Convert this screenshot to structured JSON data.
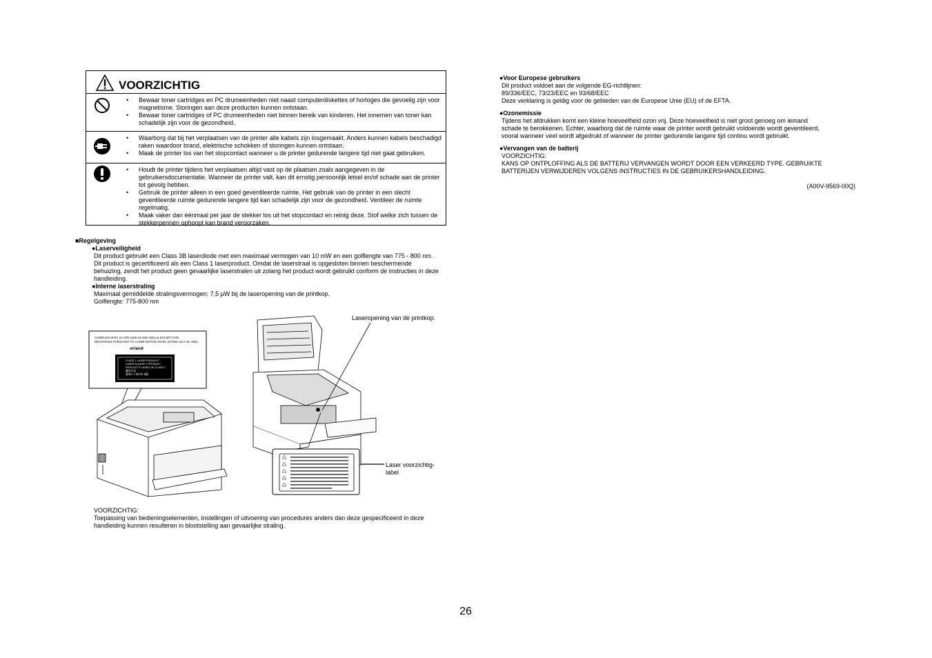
{
  "caution": {
    "title": "VOORZICHTIG",
    "rows": [
      {
        "icon": "prohibition-icon",
        "items": [
          "Bewaar toner cartridges en PC drumeenheden niet naast computerdiskettes of horloges die gevoelig zijn voor magnetisme. Storingen aan deze producten kunnen ontstaan.",
          "Bewaar toner cartridges of PC drumeenheden niet binnen bereik van kinderen. Het innemen van toner kan schadelijk zijn voor de gezondheid."
        ]
      },
      {
        "icon": "unplug-icon",
        "items": [
          "Waarborg dat bij het verplaatsen van de printer alle kabels zijn losgemaakt. Anders kunnen kabels beschadigd raken waardoor brand, elektrische schokken of storingen kunnen ontstaan.",
          "Maak de printer los van het stopcontact wanneer u de printer gedurende langere tijd niet gaat gebruiken."
        ]
      },
      {
        "icon": "mandatory-icon",
        "items": [
          "Houdt de printer tijdens het verplaatsen altijd vast op de plaatsen zoals aangegeven in de gebruikersdocumentatie. Wanneer de printer valt, kan dit ernstig persoonlijk letsel en/of schade aan de printer tot gevolg hebben.",
          "Gebruik de printer alleen in een goed geventileerde ruimte. Het gebruik van de printer in een slecht geventileerde ruimte gedurende langere tijd kan schadelijk zijn voor de gezondheid. Ventileer de ruimte regelmatig.",
          "Maak vaker dan éénmaal per jaar de stekker los uit het stopcontact en reinig deze. Stof welke zich tussen de stekkerpennen ophoopt kan brand veroorzaken."
        ]
      }
    ]
  },
  "regelgeving": {
    "heading": "■Regelgeving",
    "laser_heading": "●Laserveiligheid",
    "laser_lines": [
      "Dit product gebruikt een Class 3B laserdiode met een maximaal vermogen van 10 mW en een golflengte van 775 - 800 nm.",
      "Dit product is gecertificeerd als een Class 1 laserproduct. Omdat de laserstraal is opgesloten binnen beschermende",
      "behuizing, zendt het product geen gevaarlijke laserstralen uit zolang het product wordt gebruikt conform de instructies in deze",
      "handleiding."
    ],
    "internal_heading": "●Interne laserstraling",
    "internal_lines": [
      "Maximaal gemiddelde stralingsvermogen: 7,5 μW bij de laseropening van de printkop.",
      "Golflengte: 775-800 nm"
    ]
  },
  "figure": {
    "label_text_line1": "COMPLIES WITH 21 CFR 1040.10 AND 1040.11 EXCEPT FOR",
    "label_text_line2": "DEVIATIONS PURSUANT TO LASER NOTICE NO.50, DATED JULY 26, 2001.",
    "or_and": "or/and",
    "class1_lines": [
      "CLASS 1 LASER PRODUCT",
      "LASER KLASSE 1 PRODUKT",
      "PRODUCTO LASER DE CLASE 1",
      "激光产品",
      "클래스 1 레이저 제품"
    ],
    "laser_aperture_label": "Laseropening van de printkop.",
    "caution_label_line1": "Laser voorzichtig-",
    "caution_label_line2": "label"
  },
  "closing": {
    "heading": "VOORZICHTIG:",
    "lines": [
      "Toepassing van bedieningselementen, instellingen of uitvoering van procedures anders dan deze gespecificeerd in deze",
      "handleiding kunnen resulteren in blootstelling aan gevaarlijke straling."
    ]
  },
  "right": {
    "eu_heading": "●Voor Europese gebruikers",
    "eu_lines": [
      "Dit product voldoet aan de volgende EG-richtlijnen:",
      "89/336/EEC, 73/23/EEC en 93/68/EEC",
      "Deze verklaring is geldig voor de gebieden van de Europese Unie (EU) of de EFTA."
    ],
    "ozone_heading": "●Ozonemissie",
    "ozone_lines": [
      "Tijdens het afdrukken komt een kleine hoeveelheid ozon vrij. Deze hoeveelheid is niet groot genoeg om iemand",
      "schade te berokkenen. Echter, waarborg dat de ruimte waar de printer wordt gebruikt voldoende wordt geventileerd,",
      "vooral wanneer veel wordt afgedrukt of wanneer de printer gedurende langere tijd continu wordt gebruikt."
    ],
    "battery_heading": "●Vervangen van de batterij",
    "battery_lines": [
      "VOORZICHTIG:",
      "KANS OP ONTPLOFFING ALS DE BATTERIJ VERVANGEN WORDT DOOR EEN VERKEERD TYPE. GEBRUIKTE",
      "BATTERIJEN VERWIJDEREN VOLGENS INSTRUCTIES IN DE GEBRUIKERSHANDLEIDING."
    ],
    "doc_code": "(A00V-9569-00Q)"
  },
  "page_number": "26"
}
